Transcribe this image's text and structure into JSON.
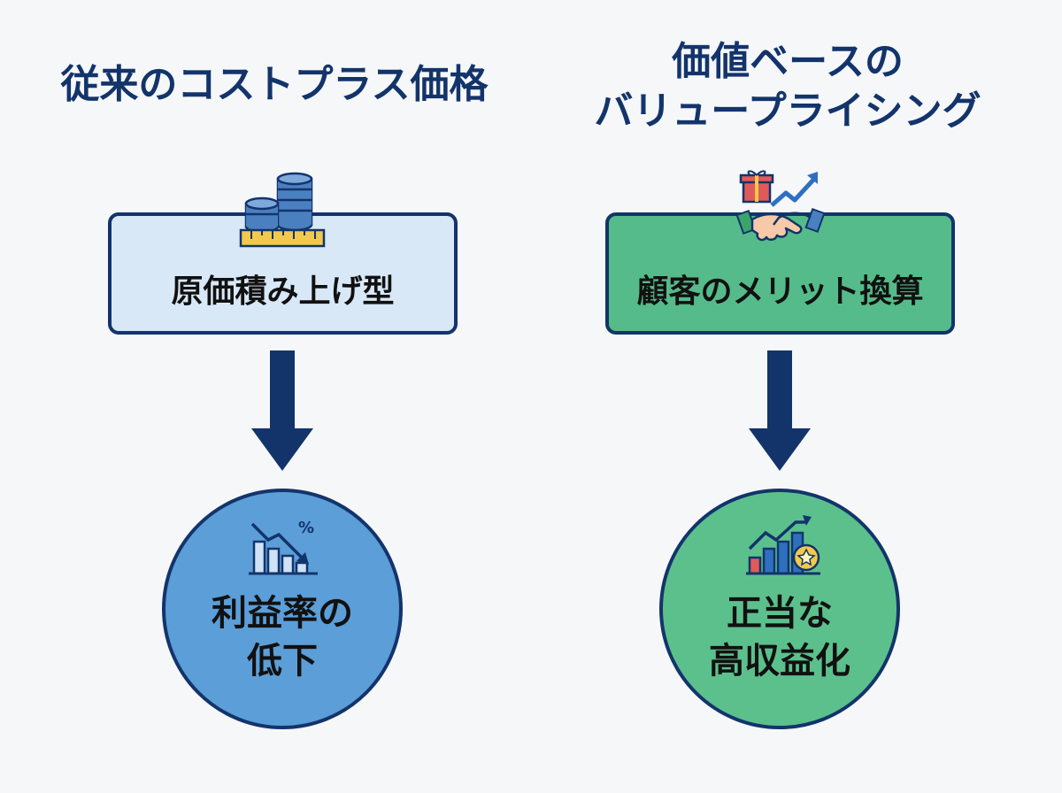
{
  "left": {
    "title": "従来のコストプラス価格",
    "box_label": "原価積み上げ型",
    "result_line1": "利益率の",
    "result_line2": "低下",
    "box_color": "#d9e8f7",
    "circle_color": "#5b9ed8",
    "box_icon": "coins-ruler-icon",
    "result_icon": "declining-chart-percent-icon"
  },
  "right": {
    "title_line1": "価値ベースの",
    "title_line2": "バリュープライシング",
    "box_label": "顧客のメリット換算",
    "result_line1": "正当な",
    "result_line2": "高収益化",
    "box_color": "#55bb8a",
    "circle_color": "#5cc08d",
    "box_icon": "handshake-gift-growth-icon",
    "result_icon": "rising-chart-coin-icon"
  },
  "accent_color": "#13346b"
}
